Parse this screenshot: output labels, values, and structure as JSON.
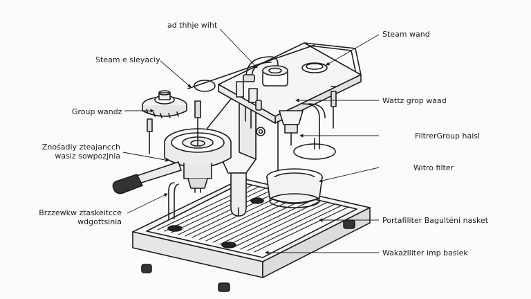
{
  "labels": {
    "top": "ad thhje wiht",
    "steam_left": "Steam e sleyaciy",
    "group_wand_left": "Group wandz",
    "left_mid_line1": "Znośadiy zteajancch",
    "left_mid_line2": "wasiz sowpozjnia",
    "left_bottom_line1": "Brzzewkw ztaskeitcce",
    "left_bottom_line2": "wdgottsinia",
    "steam_wand_right": "Steam wand",
    "watts_group": "Wattz grop waad",
    "filter_group": "FiltrerGroup haisl",
    "witro_filter": "Witro filter",
    "portafilter": "Portafiliter Bagulténi nasket",
    "wakazliter": "Wakażlliter imp baslek"
  },
  "colors": {
    "line": "#1c1c1c",
    "fill_light": "#f3f3f3",
    "fill_mid": "#e2e2e2",
    "fill_dark": "#333333",
    "background": "#fbfbfb"
  }
}
